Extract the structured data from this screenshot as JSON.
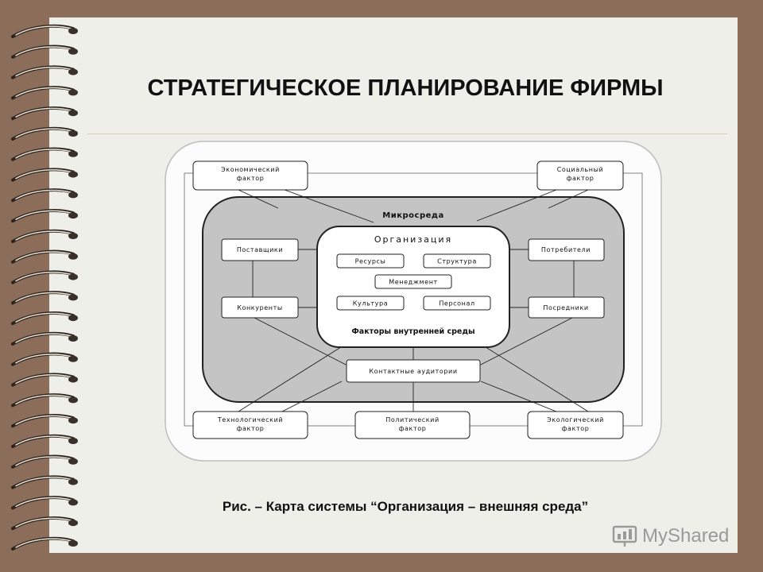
{
  "slide": {
    "title": "СТРАТЕГИЧЕСКОЕ ПЛАНИРОВАНИЕ ФИРМЫ",
    "caption": "Рис. – Карта системы “Организация – внешняя среда”"
  },
  "diagram": {
    "micro_label": "Микросреда",
    "org_label": "Организация",
    "inner_label": "Факторы внутренней среды",
    "outer": {
      "economic": [
        "Экономический",
        "фактор"
      ],
      "social": [
        "Социальный",
        "фактор"
      ],
      "technological": [
        "Технологический",
        "фактор"
      ],
      "political": [
        "Политический",
        "фактор"
      ],
      "ecological": [
        "Экологический",
        "фактор"
      ]
    },
    "micro": {
      "suppliers": "Поставщики",
      "competitors": "Конкуренты",
      "consumers": "Потребители",
      "intermediaries": "Посредники",
      "audiences": "Контактные аудитории"
    },
    "internal": {
      "resources": "Ресурсы",
      "structure": "Структура",
      "management": "Менеджмент",
      "culture": "Культура",
      "personnel": "Персонал"
    }
  },
  "logo": {
    "text": "MyShared",
    "icon": "presentation-screen-icon"
  },
  "colors": {
    "background": "#8b6d5a",
    "paper": "#efefea",
    "micro_fill": "#c4c4c4"
  }
}
